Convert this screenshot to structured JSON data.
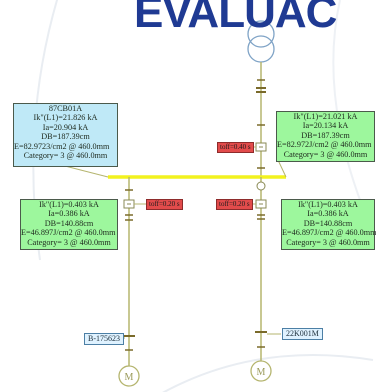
{
  "title": "EVALUAC",
  "colors": {
    "line": "#b5b56f",
    "bus": "#f2f21e",
    "green_label": "#9df79d",
    "blue_label": "#bfe9f7",
    "tag": "#e24b4b",
    "title": "#1f3a93"
  },
  "source_label": {
    "name": "87CB01A",
    "lines": [
      "Ik\"(L1)=21.826 kA",
      "Ia=20.904 kA",
      "DB=187.39cm",
      "E=82.9723/cm2 @ 460.0mm",
      "Category= 3 @ 460.0mm"
    ]
  },
  "right_upper_label": {
    "lines": [
      "Ik\"(L1)=21.021 kA",
      "Ia=20.134 kA",
      "DB=187.39cm",
      "E=82.972J/cm2 @ 460.0mm",
      "Category= 3 @ 460.0mm"
    ]
  },
  "left_feeder_label": {
    "lines": [
      "Ik\"(L1)=0.403 kA",
      "Ia=0.386 kA",
      "DB=140.88cm",
      "E=46.897J/cm2 @ 460.0mm",
      "Category= 3 @ 460.0mm"
    ]
  },
  "right_feeder_label": {
    "lines": [
      "Ik\"(L1)=0.403 kA",
      "Ia=0.386 kA",
      "DB=140.88cm",
      "E=46.897J/cm2 @ 460.0mm",
      "Category= 3 @ 460.0mm"
    ]
  },
  "tags": {
    "top": "toff=0.40 s",
    "left": "toff=0.20 s",
    "right": "toff=0.20 s"
  },
  "buses": {
    "left": "B-175623",
    "right": "22K001M"
  },
  "motor_symbol": "M"
}
